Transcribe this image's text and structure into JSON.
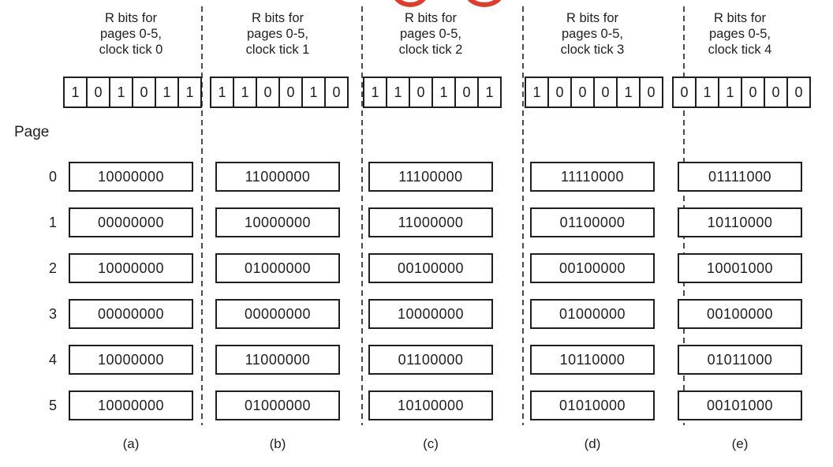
{
  "figure": {
    "page_axis_label": "Page",
    "page_numbers": [
      "0",
      "1",
      "2",
      "3",
      "4",
      "5"
    ],
    "columns": [
      {
        "label": "(a)",
        "header_line1": "R bits for",
        "header_line2": "pages 0-5,",
        "header_line3": "clock tick 0",
        "r_bits": [
          "1",
          "0",
          "1",
          "0",
          "1",
          "1"
        ],
        "counters": [
          "10000000",
          "00000000",
          "10000000",
          "00000000",
          "10000000",
          "10000000"
        ]
      },
      {
        "label": "(b)",
        "header_line1": "R bits for",
        "header_line2": "pages 0-5,",
        "header_line3": "clock tick 1",
        "r_bits": [
          "1",
          "1",
          "0",
          "0",
          "1",
          "0"
        ],
        "counters": [
          "11000000",
          "10000000",
          "01000000",
          "00000000",
          "11000000",
          "01000000"
        ]
      },
      {
        "label": "(c)",
        "header_line1": "R bits for",
        "header_line2": "pages 0-5,",
        "header_line3": "clock tick 2",
        "r_bits": [
          "1",
          "1",
          "0",
          "1",
          "0",
          "1"
        ],
        "counters": [
          "11100000",
          "11000000",
          "00100000",
          "10000000",
          "01100000",
          "10100000"
        ]
      },
      {
        "label": "(d)",
        "header_line1": "R bits for",
        "header_line2": "pages 0-5,",
        "header_line3": "clock tick 3",
        "r_bits": [
          "1",
          "0",
          "0",
          "0",
          "1",
          "0"
        ],
        "counters": [
          "11110000",
          "01100000",
          "00100000",
          "01000000",
          "10110000",
          "01010000"
        ]
      },
      {
        "label": "(e)",
        "header_line1": "R bits for",
        "header_line2": "pages 0-5,",
        "header_line3": "clock tick 4",
        "r_bits": [
          "0",
          "1",
          "1",
          "0",
          "0",
          "0"
        ],
        "counters": [
          "01111000",
          "10110000",
          "10001000",
          "00100000",
          "01011000",
          "00101000"
        ]
      }
    ],
    "colors": {
      "ink": "#1f1f1f",
      "separator": "#4a4a4a",
      "red_annotation": "#e23a2b"
    }
  }
}
